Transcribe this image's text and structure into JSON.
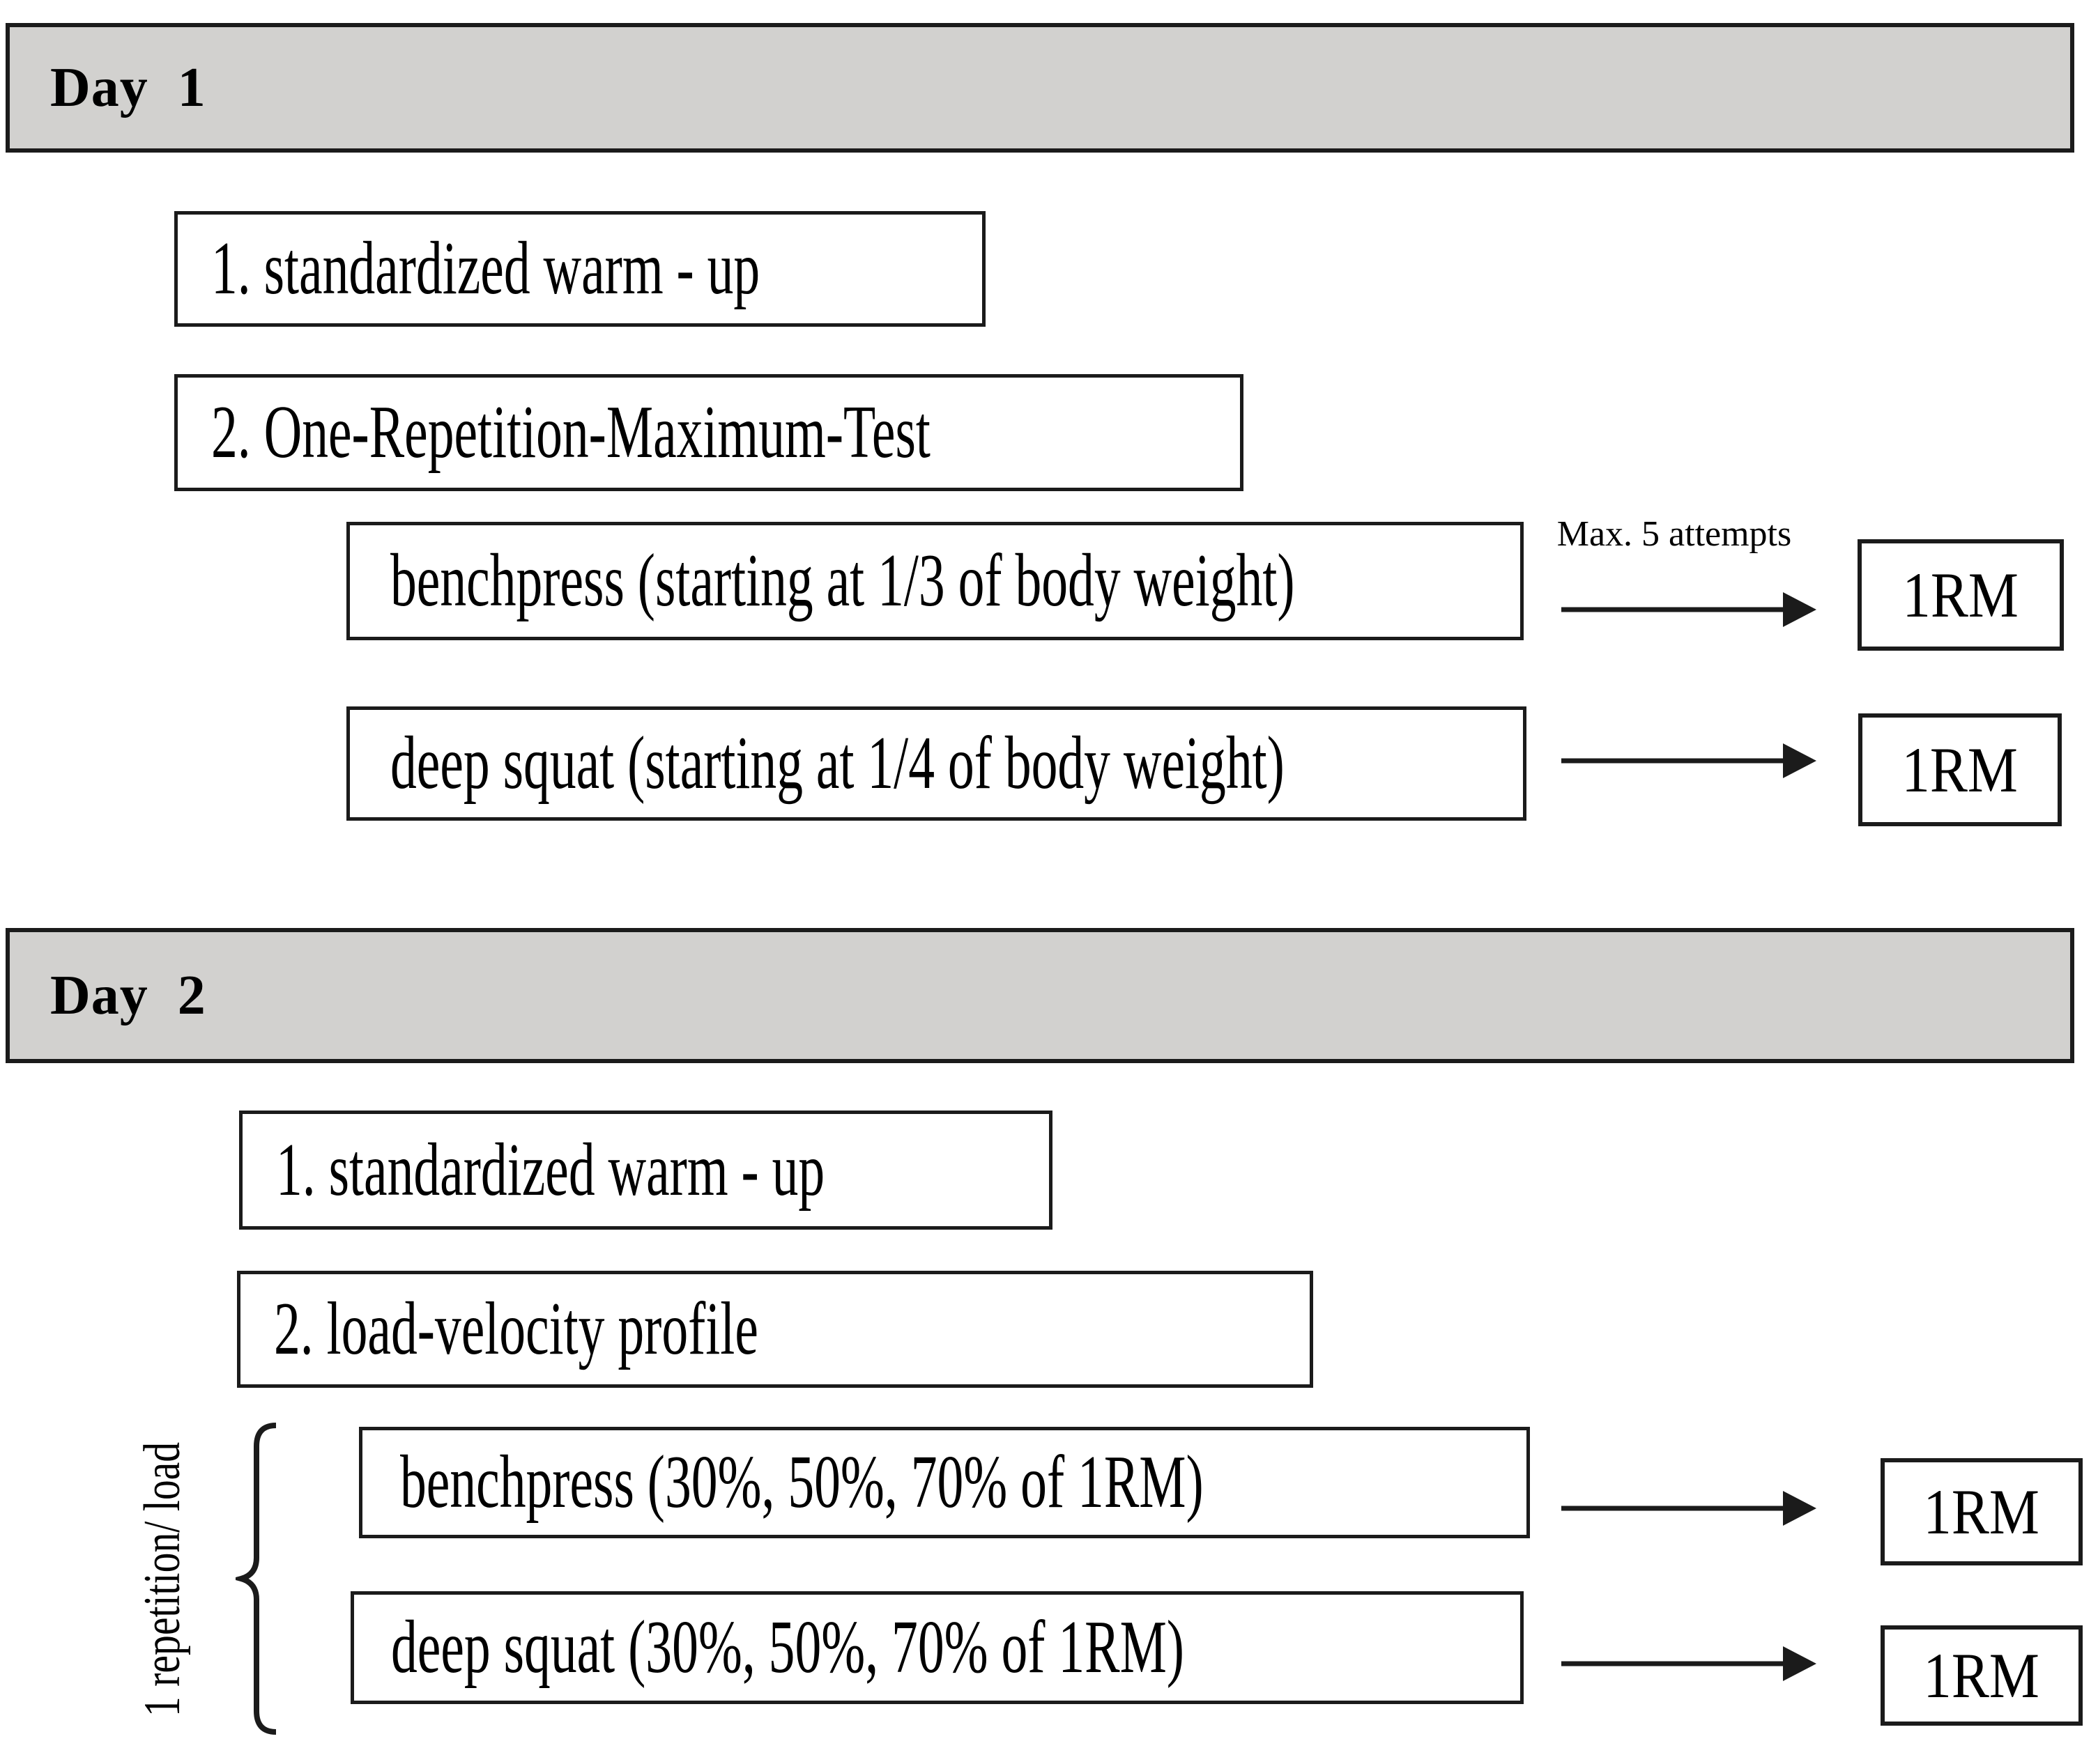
{
  "figure": {
    "colors": {
      "header_fill": "#d2d1cf",
      "box_fill": "#ffffff",
      "border": "#1b1b1b",
      "text": "#000000"
    },
    "day1": {
      "title": "Day  1",
      "step1": "1. standardized warm - up",
      "step2": "2. One-Repetition-Maximum-Test",
      "bench": {
        "label": "benchpress (starting at 1/3 of body weight)",
        "arrow_label": "Max. 5 attempts",
        "result": "1RM"
      },
      "squat": {
        "label": "deep squat (starting at 1/4 of body weight)",
        "result": "1RM"
      }
    },
    "day2": {
      "title": "Day  2",
      "step1": "1. standardized warm - up",
      "step2": "2. load-velocity profile",
      "side_label": "1 repetition/ load",
      "bench": {
        "label": "benchpress (30%, 50%, 70% of 1RM)",
        "result": "1RM"
      },
      "squat": {
        "label": "deep squat (30%, 50%, 70% of 1RM)",
        "result": "1RM"
      }
    }
  }
}
